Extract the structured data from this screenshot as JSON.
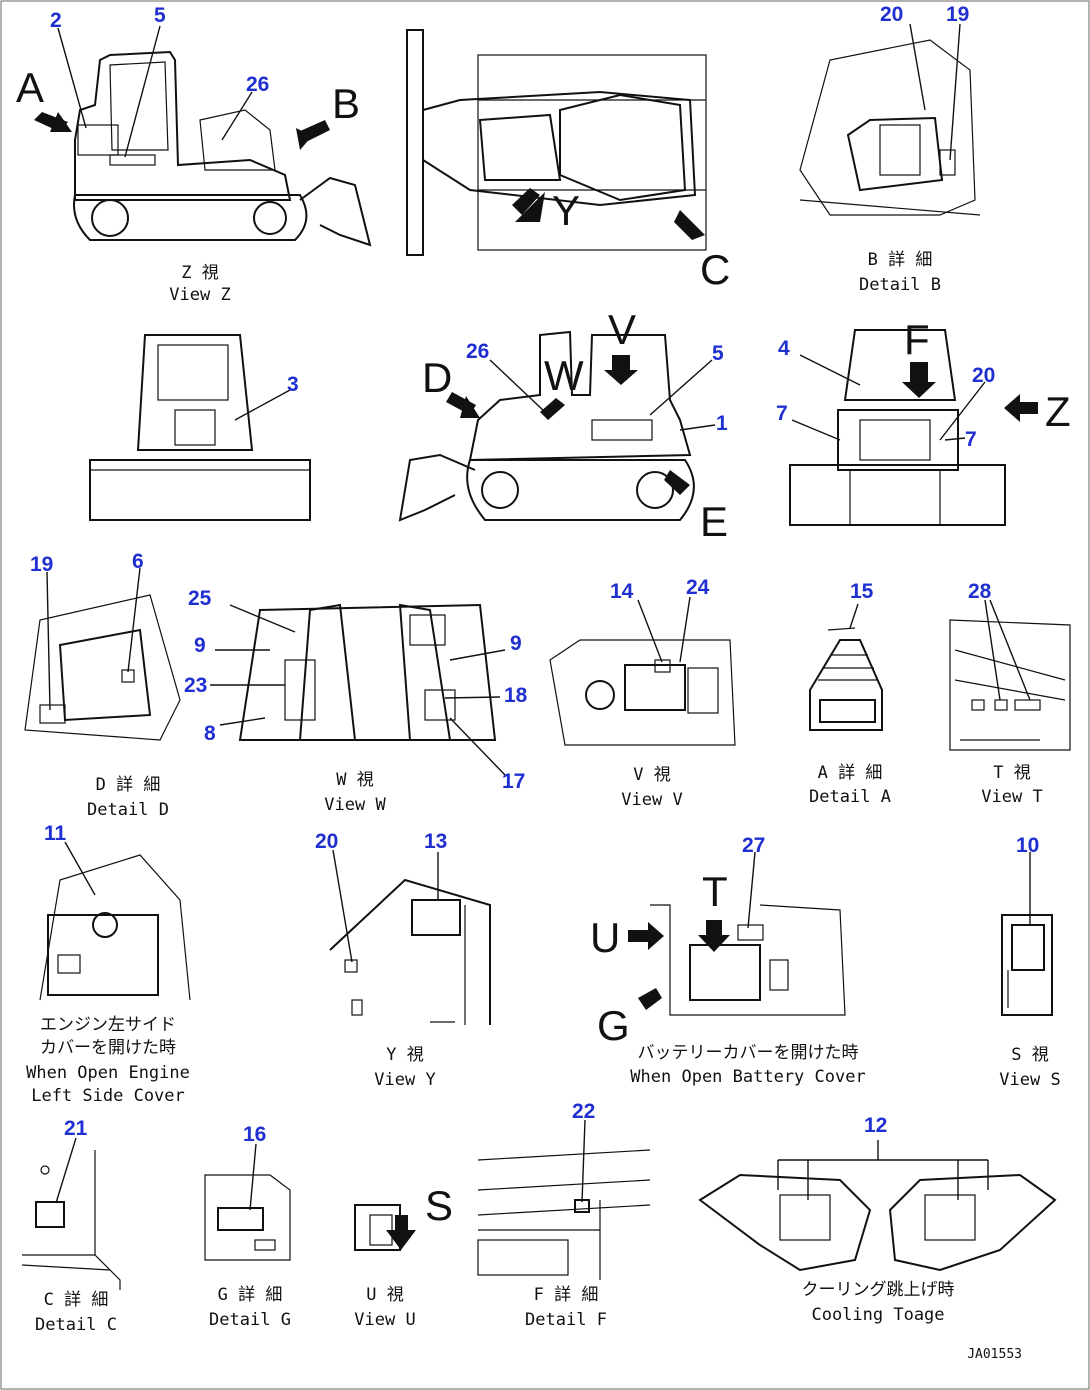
{
  "views": {
    "view_z": {
      "caption_jp": "Z 視",
      "caption_en": "View Z",
      "callouts": [
        "2",
        "5",
        "26"
      ],
      "letters": [
        "A",
        "B"
      ]
    },
    "top_view": {
      "letters": [
        "Y",
        "C"
      ]
    },
    "detail_b": {
      "caption_jp": "B 詳 細",
      "caption_en": "Detail B",
      "callouts": [
        "20",
        "19"
      ]
    },
    "front_view": {
      "callouts": [
        "3"
      ]
    },
    "side_view": {
      "callouts": [
        "26",
        "5",
        "1"
      ],
      "letters": [
        "D",
        "W",
        "V",
        "E"
      ]
    },
    "rear_view": {
      "callouts": [
        "4",
        "20",
        "7",
        "7"
      ],
      "letters": [
        "F",
        "Z"
      ]
    },
    "detail_d": {
      "caption_jp": "D 詳 細",
      "caption_en": "Detail D",
      "callouts": [
        "19",
        "6"
      ]
    },
    "view_w": {
      "caption_jp": "W 視",
      "caption_en": "View W",
      "callouts": [
        "25",
        "9",
        "23",
        "8",
        "9",
        "18",
        "17"
      ]
    },
    "view_v": {
      "caption_jp": "V 視",
      "caption_en": "View V",
      "callouts": [
        "14",
        "24"
      ]
    },
    "detail_a": {
      "caption_jp": "A 詳 細",
      "caption_en": "Detail A",
      "callouts": [
        "15"
      ]
    },
    "view_t": {
      "caption_jp": "T 視",
      "caption_en": "View T",
      "callouts": [
        "28"
      ]
    },
    "engine_cover": {
      "caption_jp1": "エンジン左サイド",
      "caption_jp2": "カバーを開けた時",
      "caption_en1": "When Open Engine",
      "caption_en2": "Left Side Cover",
      "callouts": [
        "11"
      ]
    },
    "view_y": {
      "caption_jp": "Y 視",
      "caption_en": "View Y",
      "callouts": [
        "20",
        "13"
      ]
    },
    "battery_cover": {
      "caption_jp": "バッテリーカバーを開けた時",
      "caption_en": "When Open Battery Cover",
      "callouts": [
        "27"
      ],
      "letters": [
        "T",
        "U",
        "G"
      ]
    },
    "view_s": {
      "caption_jp": "S 視",
      "caption_en": "View S",
      "callouts": [
        "10"
      ]
    },
    "detail_c": {
      "caption_jp": "C 詳 細",
      "caption_en": "Detail C",
      "callouts": [
        "21"
      ]
    },
    "detail_g": {
      "caption_jp": "G 詳 細",
      "caption_en": "Detail G",
      "callouts": [
        "16"
      ]
    },
    "view_u": {
      "caption_jp": "U 視",
      "caption_en": "View U",
      "letters": [
        "S"
      ]
    },
    "detail_f": {
      "caption_jp": "F 詳 細",
      "caption_en": "Detail F",
      "callouts": [
        "22"
      ]
    },
    "cooling": {
      "caption_jp": "クーリング跳上げ時",
      "caption_en": "Cooling Toage",
      "callouts": [
        "12"
      ]
    }
  },
  "drawing_code": "JA01553"
}
